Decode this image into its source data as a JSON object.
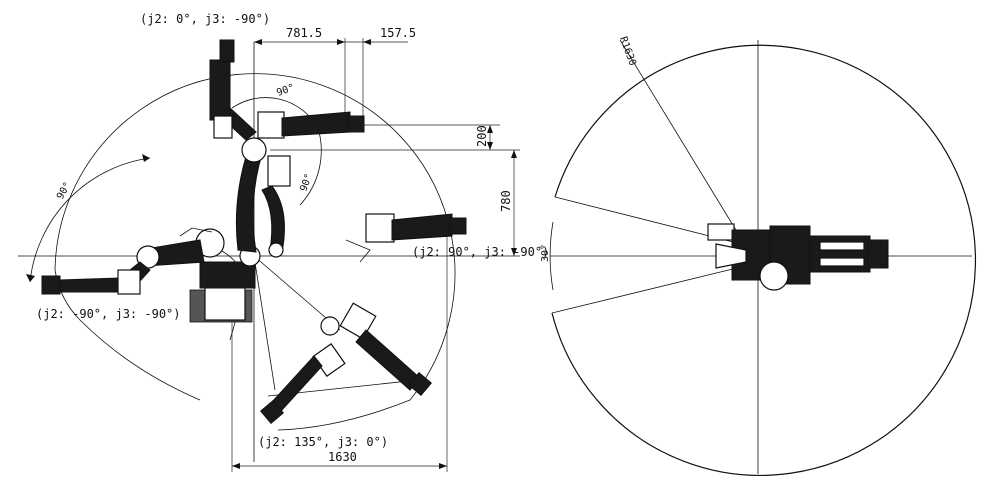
{
  "side_view": {
    "pose_labels": {
      "top": "(j2: 0°, j3: -90°)",
      "left": "(j2: -90°, j3: -90°)",
      "right": "(j2: 90°, j3: -90°)",
      "bottom": "(j2: 135°, j3: 0°)"
    },
    "dimensions": {
      "d_781": "781.5",
      "d_157": "157.5",
      "d_200": "200",
      "d_780": "780",
      "d_1630": "1630"
    },
    "angles": {
      "a_upper": "90°",
      "a_mid": "90°",
      "a_left": "90°"
    }
  },
  "top_view": {
    "radius_label": "R1630",
    "angle_label": "30°"
  }
}
